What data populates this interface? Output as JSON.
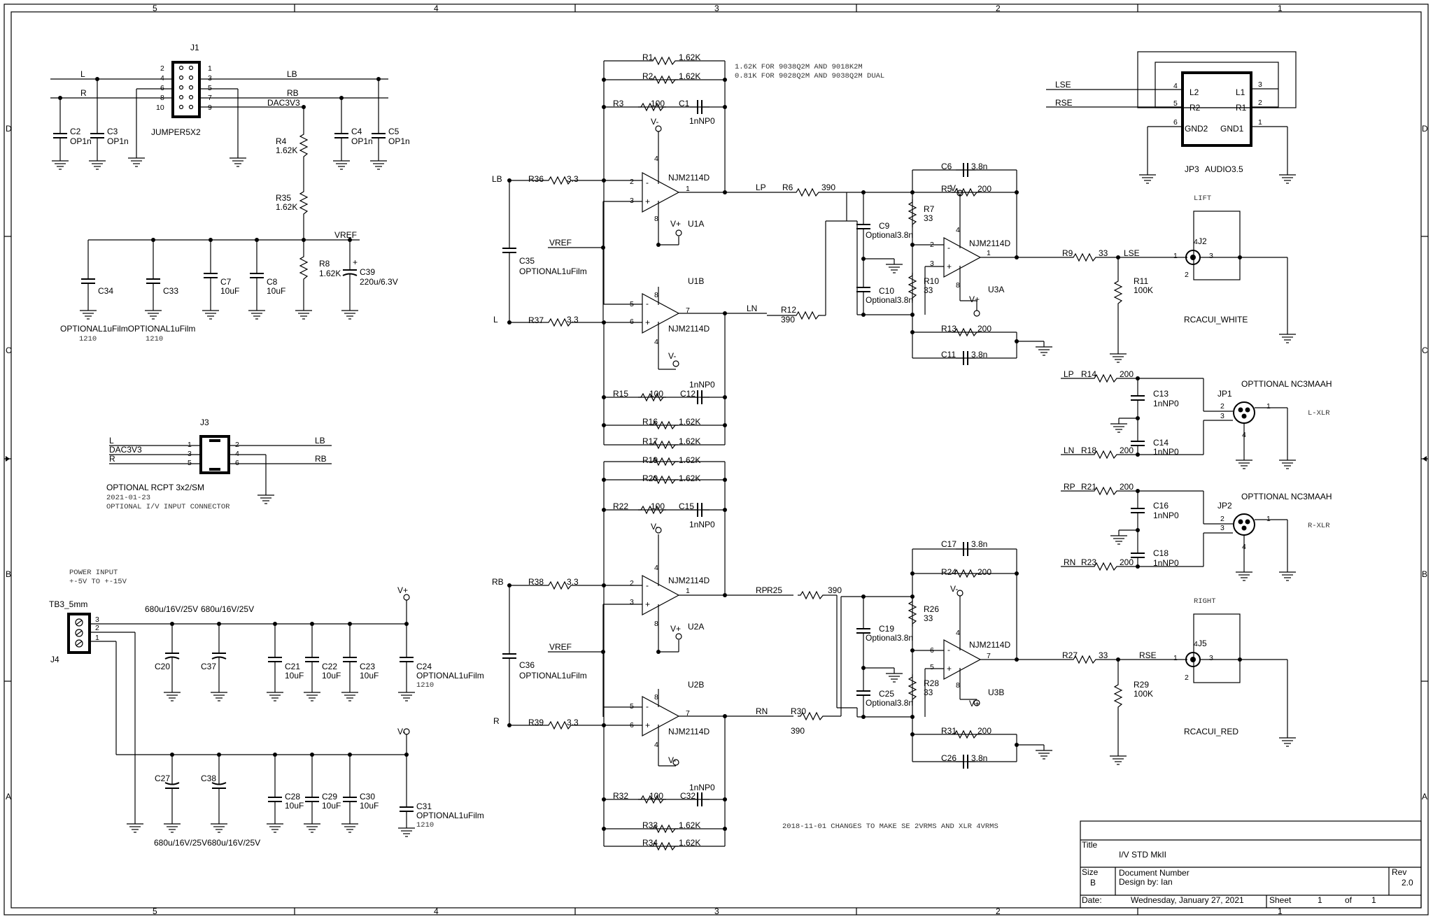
{
  "border": {
    "cols": [
      "5",
      "4",
      "3",
      "2",
      "1"
    ],
    "rows": [
      "D",
      "C",
      "B",
      "A"
    ]
  },
  "notes": {
    "r1_note1": "1.62K FOR 9038Q2M AND 9018K2M",
    "r1_note2": "0.81K FOR 9028Q2M AND 9038Q2M DUAL",
    "changes": "2018-11-01 CHANGES TO MAKE SE 2VRMS AND XLR 4VRMS",
    "power": "POWER INPUT",
    "power_range": "+-5V TO +-15V",
    "j3_date": "2021-01-23",
    "j3_desc": "OPTIONAL I/V INPUT CONNECTOR",
    "pkg1210": "1210"
  },
  "title_block": {
    "title_label": "Title",
    "title": "I/V STD MkII",
    "size_label": "Size",
    "size": "B",
    "docnum_label": "Document Number",
    "design": "Design by: Ian",
    "rev_label": "Rev",
    "rev": "2.0",
    "date_label": "Date:",
    "date": "Wednesday, January 27, 2021",
    "sheet_label": "Sheet",
    "sheet": "1",
    "of_label": "of",
    "of": "1"
  },
  "nets": {
    "L": "L",
    "R": "R",
    "LB": "LB",
    "RB": "RB",
    "DAC3V3": "DAC3V3",
    "VREF": "VREF",
    "LP": "LP",
    "LN": "LN",
    "RP": "RP",
    "RN": "RN",
    "LSE": "LSE",
    "RSE": "RSE",
    "Vp": "V+",
    "Vm": "V-"
  },
  "parts": {
    "J1": "J1",
    "J1v": "JUMPER5X2",
    "C2": "C2",
    "C3": "C3",
    "C4": "C4",
    "C5": "C5",
    "OP1n": "OP1n",
    "R4": "R4",
    "R35": "R35",
    "R8": "R8",
    "v162K": "1.62K",
    "C34": "C34",
    "C33": "C33",
    "C7": "C7",
    "C8": "C8",
    "C39": "C39",
    "v10uF": "10uF",
    "v220u": "220u/6.3V",
    "opt_film_pair": "OPTIONAL1uFilmOPTIONAL1uFilm",
    "J3": "J3",
    "J3v": "OPTIONAL RCPT 3x2/SM",
    "TB3": "TB3_5mm",
    "J4": "J4",
    "v680": "680u/16V/25V",
    "v680pair": "680u/16V/25V680u/16V/25V",
    "C20": "C20",
    "C37": "C37",
    "C21": "C21",
    "C22": "C22",
    "C23": "C23",
    "C24": "C24",
    "C27": "C27",
    "C38": "C38",
    "C28": "C28",
    "C29": "C29",
    "C30": "C30",
    "C31": "C31",
    "optfilm": "OPTIONAL1uFilm",
    "R1": "R1",
    "R2": "R2",
    "R3": "R3",
    "C1": "C1",
    "v100": "100",
    "v1nNP0": "1nNP0",
    "R36": "R36",
    "R37": "R37",
    "v33": "3.3",
    "C35": "C35",
    "C36": "C36",
    "U1A": "U1A",
    "U1B": "U1B",
    "U2A": "U2A",
    "U2B": "U2B",
    "U3A": "U3A",
    "U3B": "U3B",
    "njm": "NJM2114D",
    "R15": "R15",
    "C12": "C12",
    "R16": "R16",
    "R17": "R17",
    "R19": "R19",
    "R20": "R20",
    "R22": "R22",
    "C15": "C15",
    "R38": "R38",
    "R39": "R39",
    "R32": "R32",
    "C32": "C32",
    "R33": "R33",
    "R34": "R34",
    "R6": "R6",
    "R12": "R12",
    "R25": "R25",
    "R30": "R30",
    "v390": "390",
    "C6": "C6",
    "v38n": "3.8n",
    "R5": "R5",
    "v200": "200",
    "R7": "R7",
    "v33r": "33",
    "C9": "C9",
    "C10": "C10",
    "R10": "R10",
    "opt38n": "Optional3.8n",
    "R13": "R13",
    "C11": "C11",
    "C17": "C17",
    "R24": "R24",
    "R26": "R26",
    "C19": "C19",
    "C25": "C25",
    "R28": "R28",
    "R31": "R31",
    "C26": "C26",
    "R9": "R9",
    "R11": "R11",
    "v100K": "100K",
    "R27": "R27",
    "R29": "R29",
    "J2": "J2",
    "J5": "J5",
    "lift": "LIFT",
    "right": "RIGHT",
    "rca_white": "RCACUI_WHITE",
    "rca_red": "RCACUI_RED",
    "JP3": "JP3",
    "audio": "AUDIO3.5",
    "L2": "L2",
    "R2p": "R2",
    "GND2": "GND2",
    "L1": "L1",
    "R1p": "R1",
    "GND1": "GND1",
    "R14": "R14",
    "R18": "R18",
    "C13": "C13",
    "C14": "C14",
    "R21": "R21",
    "R23": "R23",
    "C16": "C16",
    "C18": "C18",
    "JP1": "JP1",
    "JP2": "JP2",
    "xlr": "OPTTIONAL NC3MAAH",
    "lxlr": "L-XLR",
    "rxlr": "R-XLR"
  }
}
